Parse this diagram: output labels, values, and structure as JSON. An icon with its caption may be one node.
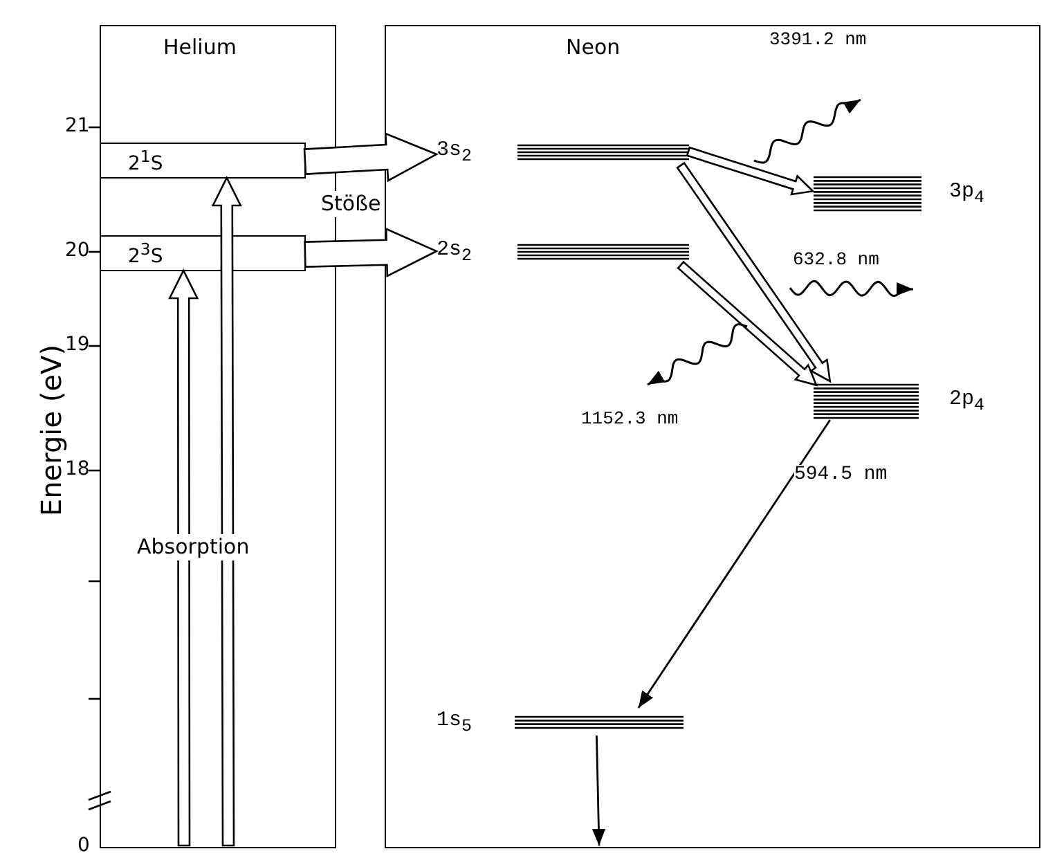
{
  "diagram": {
    "nodes": [
      {
        "text": [
          "Helium"
        ]
      },
      {
        "text": [
          "2$^{1}$S"
        ],
        "in": 0
      },
      {
        "text": [
          "2$^{3}$S"
        ],
        "in": 0
      },
      {
        "text": [
          "Neon"
        ]
      },
      {
        "text": [
          "3s$_{2}$"
        ],
        "in": 3
      },
      {
        "text": [
          "2s$_{2}$"
        ],
        "in": 3
      },
      {
        "text": [
          "3p$_{4}$"
        ],
        "in": 3
      },
      {
        "text": [
          "2p$_{4}$"
        ],
        "in": 3
      },
      {
        "text": [
          "1s$_{5}$"
        ],
        "in": 3
      }
    ],
    "edges": [
      {
        "from": null,
        "to": 2,
        "arrow": "to",
        "style": "thick"
      },
      {
        "from": null,
        "to": 1,
        "arrow": "to",
        "style": "thick"
      },
      {
        "from": 1,
        "to": 4,
        "arrow": "to",
        "style": "thick"
      },
      {
        "from": 2,
        "to": 5,
        "arrow": "to",
        "style": "thick"
      },
      {
        "from": 4,
        "to": 6,
        "arrow": "to",
        "style": "thick"
      },
      {
        "from": 4,
        "to": 7,
        "arrow": "to",
        "style": "thick"
      },
      {
        "from": 5,
        "to": 7,
        "arrow": "to",
        "style": "thick"
      },
      {
        "from": 7,
        "to": 8,
        "arrow": "to",
        "label": "594.5 nm"
      },
      {
        "from": 8,
        "to": null,
        "arrow": "to"
      }
    ],
    "labels": [
      "Energie (eV)",
      "21",
      "Stöße",
      "20",
      "3391.2 nm",
      "632.8 nm",
      "19",
      "1152.3 nm",
      "18",
      "Absorption",
      "0"
    ]
  }
}
